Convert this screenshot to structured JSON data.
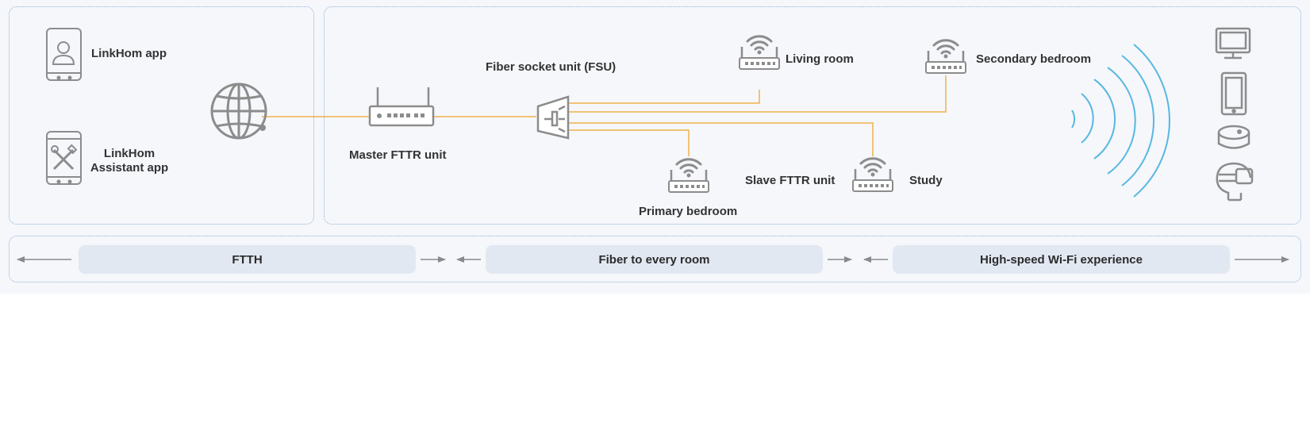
{
  "apps": {
    "linkhome_app": "LinkHom app",
    "assistant_app_line1": "LinkHom",
    "assistant_app_line2": "Assistant app"
  },
  "network": {
    "master_unit": "Master FTTR unit",
    "fsu": "Fiber socket unit (FSU)",
    "slave_unit": "Slave FTTR unit",
    "rooms": {
      "living_room": "Living room",
      "secondary_bedroom": "Secondary bedroom",
      "primary_bedroom": "Primary bedroom",
      "study": "Study"
    }
  },
  "stages": [
    "FTTH",
    "Fiber to every room",
    "High-speed Wi-Fi experience"
  ],
  "icons": {
    "apps": [
      "phone-user-icon",
      "phone-tools-icon"
    ],
    "network": [
      "globe-icon",
      "master-router-icon",
      "fsu-icon",
      "router-wifi-icon"
    ],
    "terminals": [
      "monitor-icon",
      "tablet-icon",
      "robot-vacuum-icon",
      "vr-headset-icon"
    ]
  },
  "colors": {
    "fiber_line": "#f0b24a",
    "wifi_waves": "#58b7e0",
    "icon_gray": "#8c8c8c",
    "panel_border": "#8fb2da",
    "pill_bg": "#e2e8f2"
  }
}
